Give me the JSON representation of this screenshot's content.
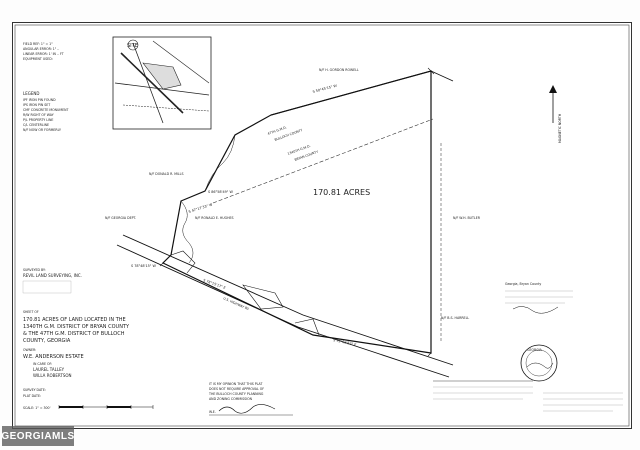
{
  "plat": {
    "acreage": "170.81 ACRES",
    "vicinity_label": "SITE",
    "header_notes": [
      "FIELD REF: 1\" = 1\"",
      "ANGULAR ERROR: 1\" ..",
      "LINEAR ERROR: 1' IN .. FT",
      "EQUIPMENT USED:"
    ],
    "legend_title": "LEGEND",
    "legend_items": [
      "IPF  IRON PIN FOUND",
      "IPS  IRON PIN SET",
      "CMF  CONCRETE MONUMENT",
      "R/W  RIGHT OF WAY",
      "P/L  PROPERTY LINE",
      "C/L  CENTERLINE",
      "N/F  NOW OR FORMERLY"
    ],
    "surveyor_label": "SURVEYED BY:",
    "surveyor_name": "REVIL LAND SURVEYING, INC.",
    "description_label": "SHEET OF",
    "description_lines": [
      "170.81 ACRES OF LAND LOCATED IN THE",
      "1340TH G.M. DISTRICT OF BRYAN COUNTY",
      "& THE 47TH G.M. DISTRICT OF BULLOCH",
      "COUNTY, GEORGIA"
    ],
    "owner_label": "OWNER:",
    "owner_name": "W.E. ANDERSON ESTATE",
    "care_of_label": "IN CARE OF:",
    "care_of_names": [
      "LAUREL TALLEY",
      "WILLA ROBERTSON"
    ],
    "survey_date_label": "SURVEY DATE:",
    "plat_date_label": "PLAT DATE:",
    "scale_label": "SCALE: 1\" = 300'",
    "approval_lines": [
      "IT IS MY OPINION THAT THIS PLAT",
      "DOES NOT REQUIRE APPROVAL OF",
      "THE BULLOCH COUNTY PLANNING",
      "AND ZONING COMMISSION"
    ],
    "approval_signature_label": "W.E.",
    "county_note_title": "Georgia, Bryan County",
    "seal_label": "GEORGIA",
    "district_labels": [
      "47TH G.M.D.",
      "BULLOCH COUNTY",
      "1340TH G.M.D.",
      "BRYAN COUNTY"
    ],
    "north_arrow_label": "MAGNETIC NORTH",
    "road_label": "U.S. HIGHWAY 80",
    "bearing_labels": [
      "S 50°45'15\" W",
      "S 47°17'33\" W",
      "S 86°58'49\" W",
      "S 78°48'15\" W",
      "S 78°15'17\" E",
      "S 72°03'52\" E"
    ],
    "adjoiner_labels": [
      "N/F H. GORDON ROWELL",
      "N/F RONALD E. HUGHES",
      "N/F W.H. BUTLER",
      "N/F B.S. HARRELL",
      "N/F DONALD R. MILLS",
      "N/F GEORGIA DEPT."
    ]
  },
  "watermark": {
    "text": "GEORGIAMLS"
  }
}
